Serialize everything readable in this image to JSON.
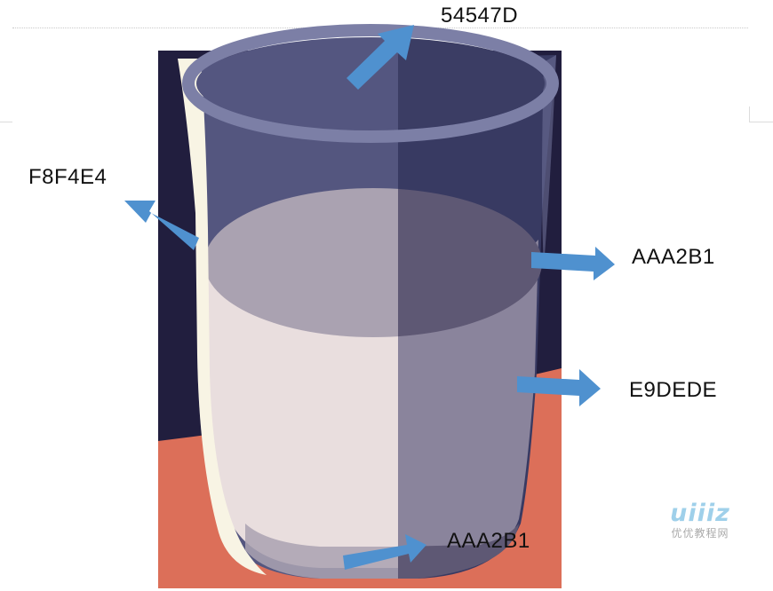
{
  "labels": {
    "rim": "54547D",
    "left_highlight": "F8F4E4",
    "milk_surface": "AAA2B1",
    "milk_body": "E9DEDE",
    "glass_bottom": "AAA2B1"
  },
  "watermark": {
    "logo": "uiiiz",
    "subtitle": "优优教程网"
  },
  "colors": {
    "background_panel": "#211E3E",
    "table": "#DC6F59",
    "glass_dark": "#545680",
    "glass_left": "#54567F",
    "glass_right": "#383A62",
    "rim": "#7C7FA6",
    "left_highlight": "#F8F4E4",
    "milk_left": "#E9DEDE",
    "milk_right": "#8A849C",
    "milk_surface_left": "#AAA2B1",
    "milk_surface_right": "#5E5874",
    "arrow": "#4F91CF"
  }
}
